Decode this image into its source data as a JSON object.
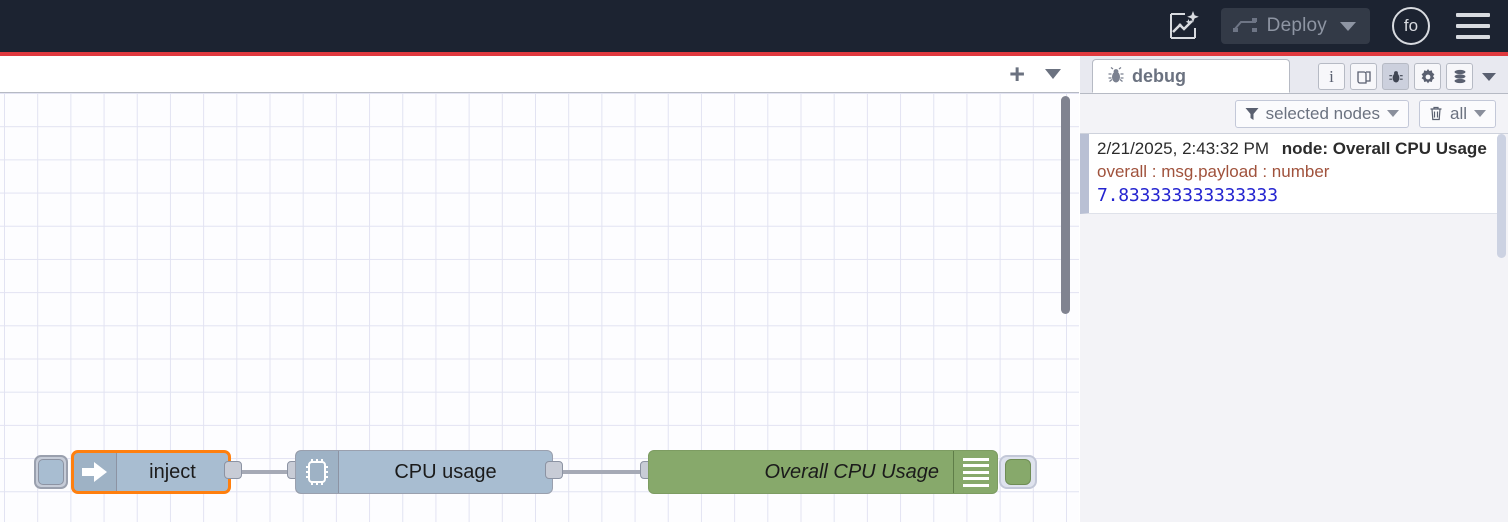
{
  "header": {
    "ai_icon": "ai-flow-sparkle-icon",
    "deploy": {
      "label": "Deploy",
      "icon": "deploy-icon",
      "disabled": true
    },
    "avatar": {
      "initials": "fo"
    },
    "menu_icon": "hamburger-menu-icon",
    "bg": "#1c2331",
    "rule_color": "#e0393e"
  },
  "workspace": {
    "tabbar": {
      "add_label": "+",
      "add_icon": "plus-icon",
      "menu_icon": "chevron-down-icon"
    },
    "nodes": [
      {
        "id": "inject",
        "type": "inject",
        "label": "inject",
        "icon": "inject-arrow-icon",
        "color": "#a8bdd1",
        "selected": true,
        "selection_color": "#ff7f0e"
      },
      {
        "id": "cpu",
        "type": "cpu",
        "label": "CPU usage",
        "icon": "cpu-chip-icon",
        "color": "#a8bdd1",
        "selected": false
      },
      {
        "id": "debug",
        "type": "debug",
        "label": "Overall CPU Usage",
        "icon": "debug-lines-icon",
        "color": "#87a96b",
        "selected": false,
        "enabled": true
      }
    ]
  },
  "sidebar": {
    "tab": {
      "label": "debug",
      "icon": "bug-icon"
    },
    "tab_icons": [
      {
        "name": "info-icon",
        "glyph": "i",
        "active": false
      },
      {
        "name": "help-book-icon",
        "glyph": "book",
        "active": false
      },
      {
        "name": "debug-bug-icon",
        "glyph": "bug",
        "active": true
      },
      {
        "name": "config-gear-icon",
        "glyph": "gear",
        "active": false
      },
      {
        "name": "context-data-icon",
        "glyph": "stack",
        "active": false
      }
    ],
    "filters": {
      "nodes": {
        "label": "selected nodes",
        "icon": "filter-icon"
      },
      "clear": {
        "label": "all",
        "icon": "trash-icon"
      }
    },
    "messages": [
      {
        "timestamp": "2/21/2025, 2:43:32 PM",
        "node": "node: Overall CPU Usage",
        "topic": "overall : msg.payload : number",
        "value": "7.833333333333333"
      }
    ]
  }
}
